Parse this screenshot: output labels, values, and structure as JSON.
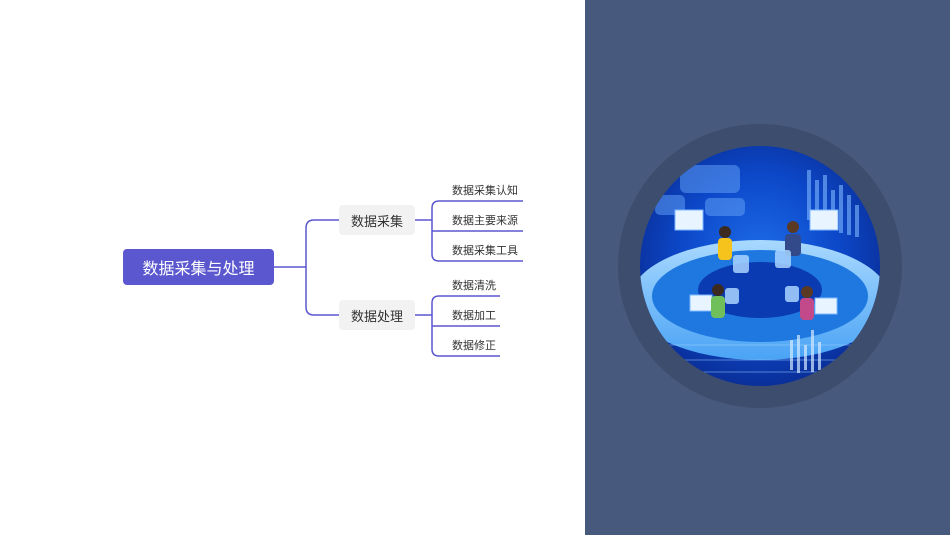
{
  "mindmap": {
    "root": "数据采集与处理",
    "branches": [
      {
        "label": "数据采集",
        "children": [
          "数据采集认知",
          "数据主要来源",
          "数据采集工具"
        ]
      },
      {
        "label": "数据处理",
        "children": [
          "数据清洗",
          "数据加工",
          "数据修正"
        ]
      }
    ]
  },
  "colors": {
    "root_bg": "#5b57cf",
    "connector": "#5b57cf",
    "branch_bg": "#f2f2f2",
    "panel_bg": "#47597d"
  },
  "illustration": {
    "subject": "isometric-data-center-globe-with-workers"
  }
}
